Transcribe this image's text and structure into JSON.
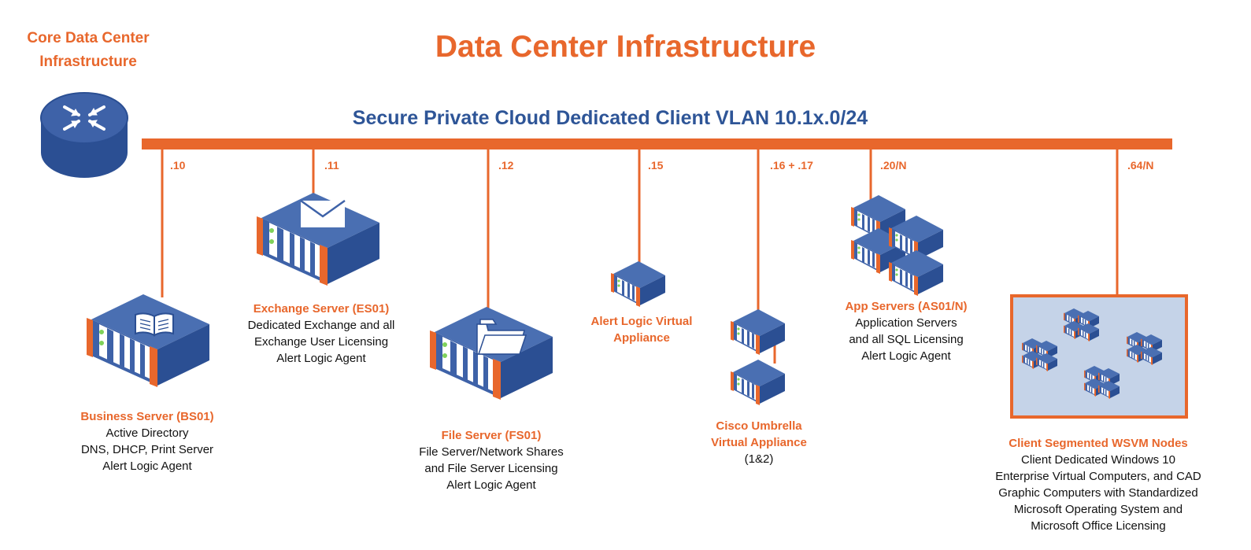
{
  "title": "Data Center Infrastructure",
  "core": {
    "label_line1": "Core Data Center",
    "label_line2": "Infrastructure",
    "icon": "router-icon"
  },
  "vlan": {
    "label": "Secure Private Cloud Dedicated Client VLAN 10.1x.0/24"
  },
  "colors": {
    "accent": "#E8672C",
    "server_blue": "#3E62A8",
    "server_dark": "#2B4F93",
    "vlan_blue": "#2E5597",
    "panel_bg": "#C5D3E8"
  },
  "nodes": [
    {
      "ip": ".10",
      "name": "Business Server (BS01)",
      "lines": [
        "Active Directory",
        "DNS, DHCP, Print Server",
        "Alert Logic Agent"
      ],
      "icon": "book-icon"
    },
    {
      "ip": ".11",
      "name": "Exchange Server (ES01)",
      "lines": [
        "Dedicated Exchange and all",
        "Exchange User Licensing",
        "Alert Logic Agent"
      ],
      "icon": "envelope-icon"
    },
    {
      "ip": ".12",
      "name": "File Server (FS01)",
      "lines": [
        "File Server/Network Shares",
        "and File Server Licensing",
        "Alert Logic Agent"
      ],
      "icon": "folder-icon"
    },
    {
      "ip": ".15",
      "name_line1": "Alert Logic Virtual",
      "name_line2": "Appliance"
    },
    {
      "ip": ".16 + .17",
      "name_line1": "Cisco Umbrella",
      "name_line2": "Virtual Appliance",
      "lines": [
        "(1&2)"
      ]
    },
    {
      "ip": ".20/N",
      "name": "App Servers (AS01/N)",
      "lines": [
        "Application Servers",
        "and all SQL Licensing",
        "Alert Logic Agent"
      ]
    },
    {
      "ip": ".64/N",
      "name": "Client Segmented WSVM Nodes",
      "lines": [
        "Client Dedicated Windows 10",
        "Enterprise Virtual Computers, and CAD",
        "Graphic Computers with Standardized",
        "Microsoft Operating System and",
        "Microsoft Office Licensing"
      ]
    }
  ]
}
